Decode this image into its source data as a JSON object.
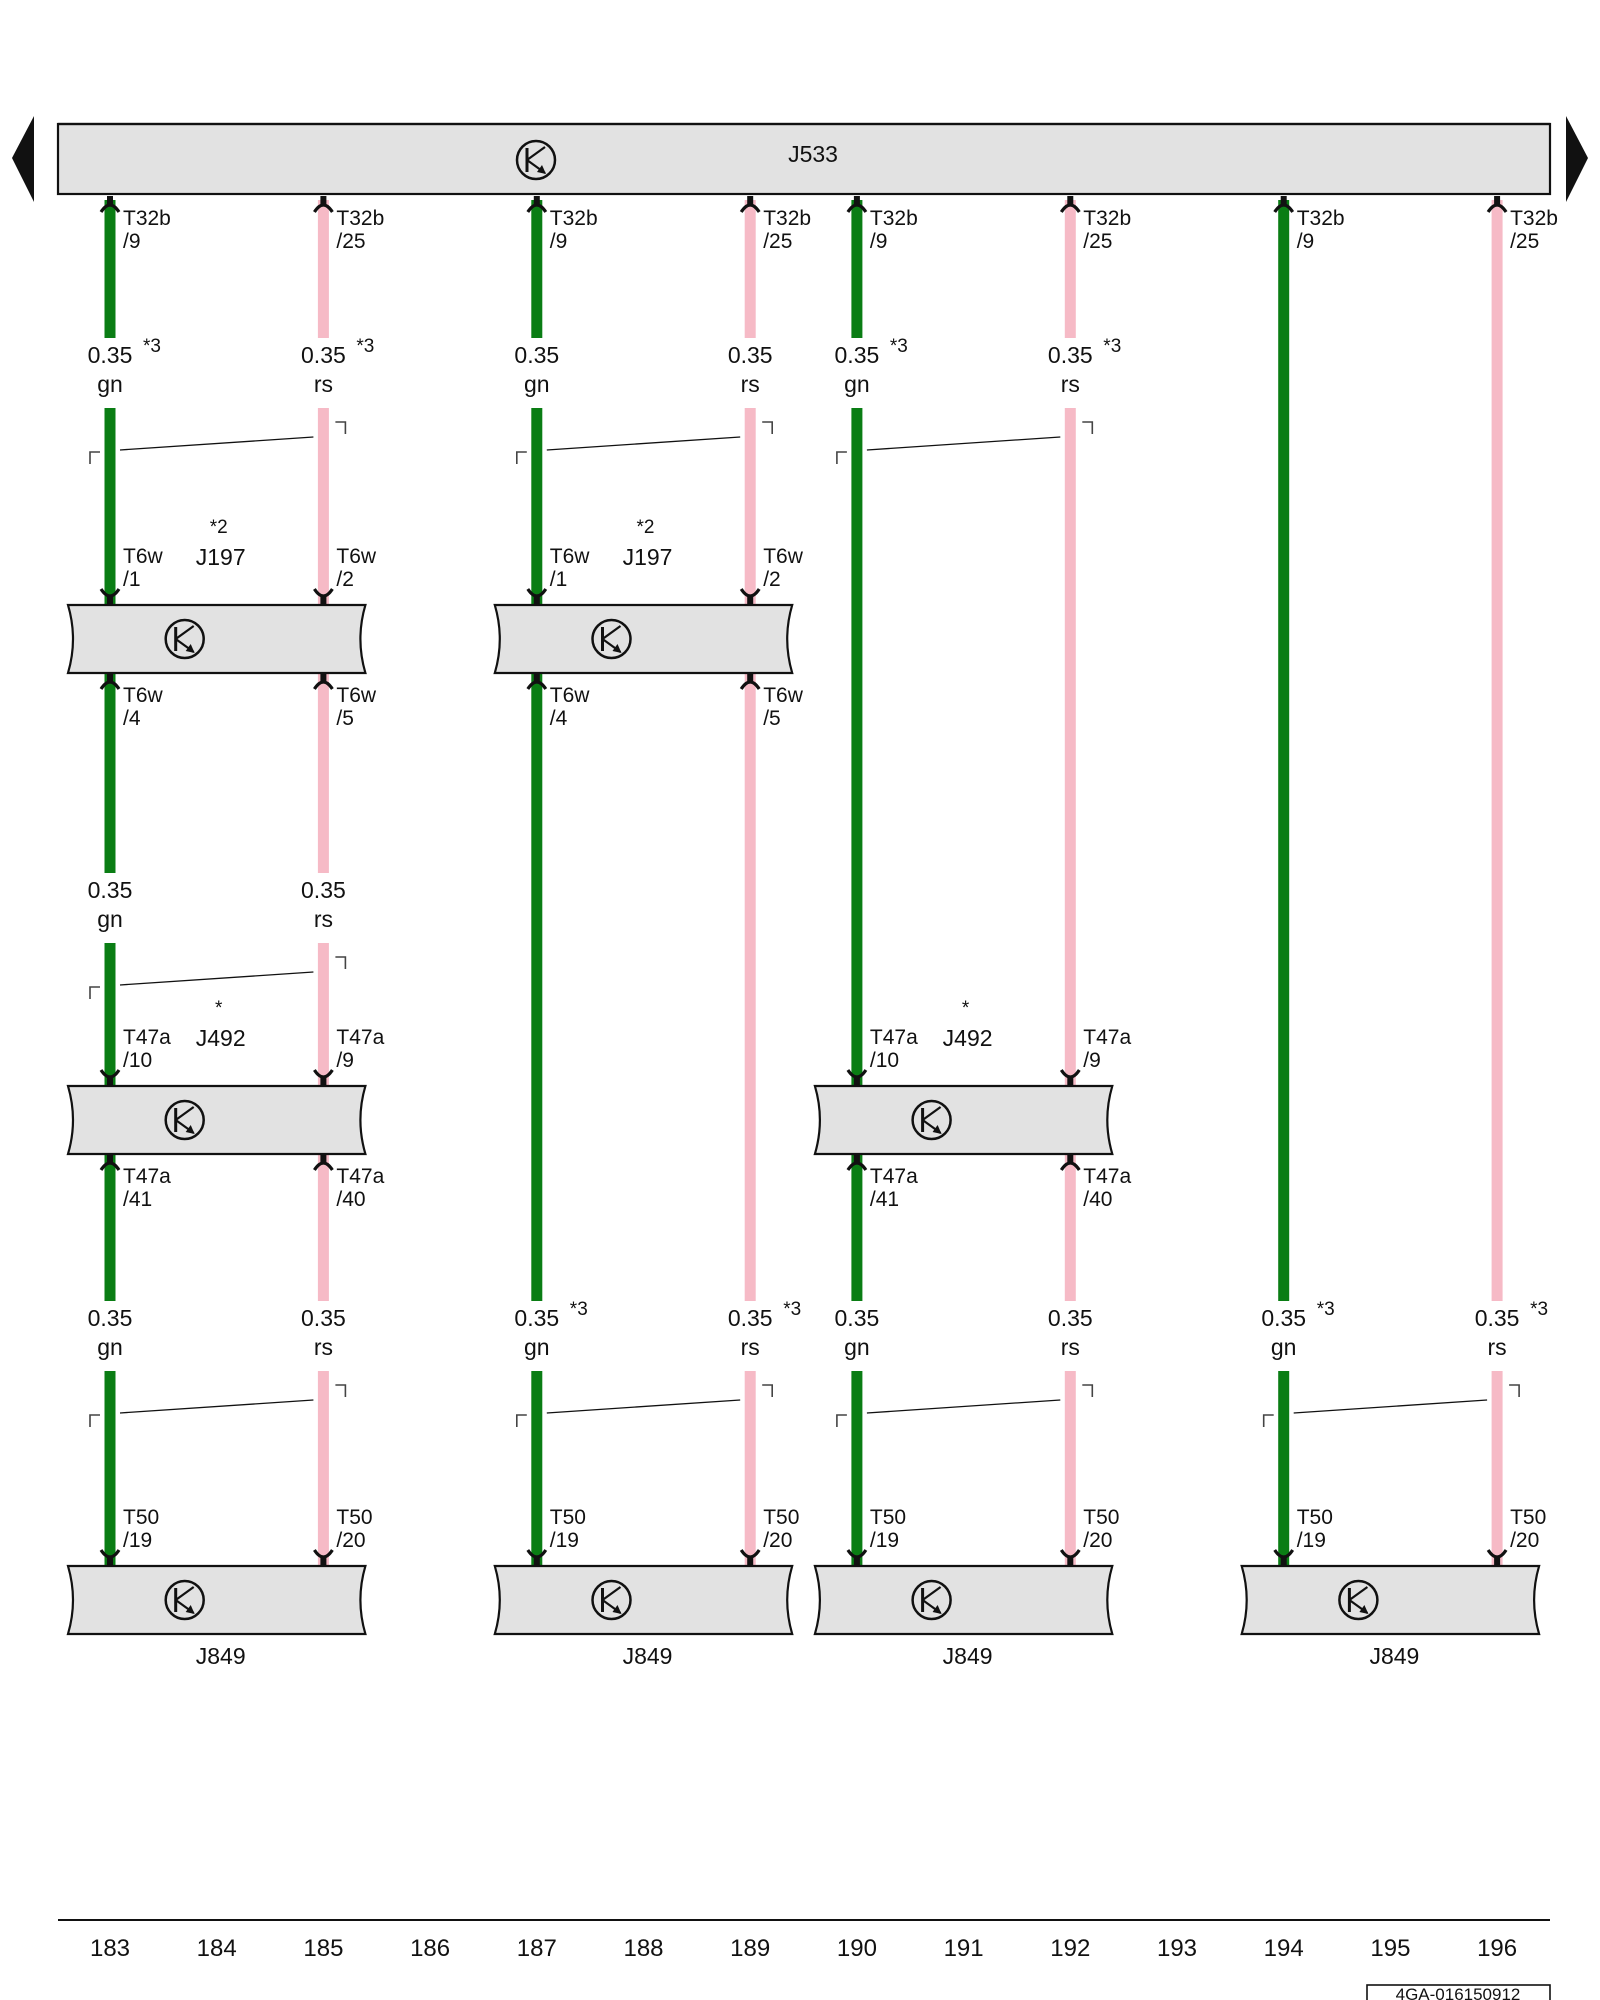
{
  "colors": {
    "gn": "#0a7d14",
    "rs": "#f6bac6",
    "module_fill": "#e2e2e2",
    "stroke": "#111111"
  },
  "header": {
    "module": "J533",
    "icon": "transistor-icon"
  },
  "circuits": [
    {
      "id": "c183",
      "green_col": 183,
      "pink_col": 185,
      "top_pins": {
        "green": [
          "T32b",
          "/9"
        ],
        "pink": [
          "T32b",
          "/25"
        ]
      },
      "wires": [
        {
          "green": {
            "size": "0.35",
            "color": "gn",
            "note": "*3"
          },
          "pink": {
            "size": "0.35",
            "color": "rs",
            "note": "*3"
          }
        },
        {
          "green": {
            "size": "0.35",
            "color": "gn",
            "note": ""
          },
          "pink": {
            "size": "0.35",
            "color": "rs",
            "note": ""
          }
        },
        {
          "green": {
            "size": "0.35",
            "color": "gn",
            "note": ""
          },
          "pink": {
            "size": "0.35",
            "color": "rs",
            "note": ""
          }
        }
      ],
      "modules": [
        {
          "name": "J197",
          "note": "*2",
          "in": {
            "green": [
              "T6w",
              "/1"
            ],
            "pink": [
              "T6w",
              "/2"
            ]
          },
          "out": {
            "green": [
              "T6w",
              "/4"
            ],
            "pink": [
              "T6w",
              "/5"
            ]
          }
        },
        {
          "name": "J492",
          "note": "*",
          "in": {
            "green": [
              "T47a",
              "/10"
            ],
            "pink": [
              "T47a",
              "/9"
            ]
          },
          "out": {
            "green": [
              "T47a",
              "/41"
            ],
            "pink": [
              "T47a",
              "/40"
            ]
          }
        }
      ],
      "bottom": {
        "name": "J849",
        "green": [
          "T50",
          "/19"
        ],
        "pink": [
          "T50",
          "/20"
        ]
      }
    },
    {
      "id": "c187",
      "green_col": 187,
      "pink_col": 189,
      "top_pins": {
        "green": [
          "T32b",
          "/9"
        ],
        "pink": [
          "T32b",
          "/25"
        ]
      },
      "wires": [
        {
          "green": {
            "size": "0.35",
            "color": "gn",
            "note": ""
          },
          "pink": {
            "size": "0.35",
            "color": "rs",
            "note": ""
          }
        },
        {
          "green": {
            "size": "0.35",
            "color": "gn",
            "note": "*3"
          },
          "pink": {
            "size": "0.35",
            "color": "rs",
            "note": "*3"
          }
        }
      ],
      "modules": [
        {
          "name": "J197",
          "note": "*2",
          "in": {
            "green": [
              "T6w",
              "/1"
            ],
            "pink": [
              "T6w",
              "/2"
            ]
          },
          "out": {
            "green": [
              "T6w",
              "/4"
            ],
            "pink": [
              "T6w",
              "/5"
            ]
          }
        }
      ],
      "bottom": {
        "name": "J849",
        "green": [
          "T50",
          "/19"
        ],
        "pink": [
          "T50",
          "/20"
        ]
      }
    },
    {
      "id": "c190",
      "green_col": 190,
      "pink_col": 192,
      "top_pins": {
        "green": [
          "T32b",
          "/9"
        ],
        "pink": [
          "T32b",
          "/25"
        ]
      },
      "wires": [
        {
          "green": {
            "size": "0.35",
            "color": "gn",
            "note": "*3"
          },
          "pink": {
            "size": "0.35",
            "color": "rs",
            "note": "*3"
          }
        },
        {
          "green": {
            "size": "0.35",
            "color": "gn",
            "note": ""
          },
          "pink": {
            "size": "0.35",
            "color": "rs",
            "note": ""
          }
        }
      ],
      "modules": [
        {
          "name": "J492",
          "note": "*",
          "in": {
            "green": [
              "T47a",
              "/10"
            ],
            "pink": [
              "T47a",
              "/9"
            ]
          },
          "out": {
            "green": [
              "T47a",
              "/41"
            ],
            "pink": [
              "T47a",
              "/40"
            ]
          }
        }
      ],
      "bottom": {
        "name": "J849",
        "green": [
          "T50",
          "/19"
        ],
        "pink": [
          "T50",
          "/20"
        ]
      }
    },
    {
      "id": "c194",
      "green_col": 194,
      "pink_col": 196,
      "top_pins": {
        "green": [
          "T32b",
          "/9"
        ],
        "pink": [
          "T32b",
          "/25"
        ]
      },
      "wires": [
        {
          "green": {
            "size": "0.35",
            "color": "gn",
            "note": "*3"
          },
          "pink": {
            "size": "0.35",
            "color": "rs",
            "note": "*3"
          }
        }
      ],
      "modules": [],
      "bottom": {
        "name": "J849",
        "green": [
          "T50",
          "/19"
        ],
        "pink": [
          "T50",
          "/20"
        ]
      }
    }
  ],
  "columns": [
    "183",
    "184",
    "185",
    "186",
    "187",
    "188",
    "189",
    "190",
    "191",
    "192",
    "193",
    "194",
    "195",
    "196"
  ],
  "doc_id": "4GA-016150912"
}
